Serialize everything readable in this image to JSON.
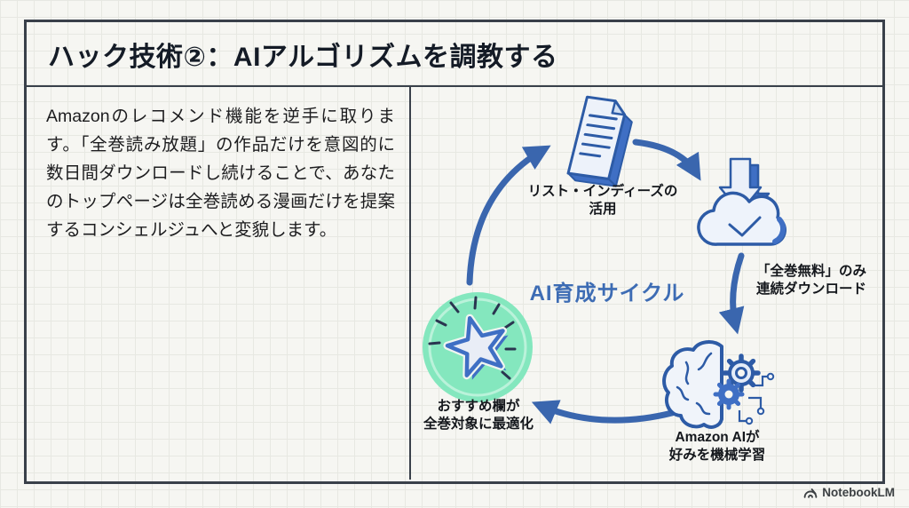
{
  "header": {
    "title": "ハック技術②：AIアルゴリズムを調教する"
  },
  "left_panel": {
    "paragraph": "Amazonのレコメンド機能を逆手に取ります。「全巻読み放題」の作品だけを意図的に数日間ダウンロードし続けることで、あなたのトップページは全巻読める漫画だけを提案するコンシェルジュへと変貌します。"
  },
  "diagram": {
    "center_label": "AI育成サイクル",
    "steps": [
      {
        "name": "list-indies",
        "icon": "document-icon",
        "label_lines": [
          "リスト・インディーズの",
          "活用"
        ]
      },
      {
        "name": "continuous-download",
        "icon": "cloud-download-icon",
        "label_lines": [
          "「全巻無料」のみ",
          "連続ダウンロード"
        ]
      },
      {
        "name": "machine-learning",
        "icon": "brain-gear-icon",
        "label_lines": [
          "Amazon AIが",
          "好みを機械学習"
        ]
      },
      {
        "name": "optimized-recommendations",
        "icon": "star-badge-icon",
        "label_lines": [
          "おすすめ欄が",
          "全巻対象に最適化"
        ]
      }
    ]
  },
  "footer": {
    "brand": "NotebookLM"
  },
  "colors": {
    "arrow_blue": "#3a66ae",
    "icon_blue": "#3f6fc4",
    "icon_outline": "#2d5ba6",
    "icon_fill_light": "#edf2fa",
    "cycle_label_blue": "#3d6cb4",
    "mint_green": "#84e7be",
    "card_border": "#39404a",
    "background": "#f6f6f2"
  }
}
